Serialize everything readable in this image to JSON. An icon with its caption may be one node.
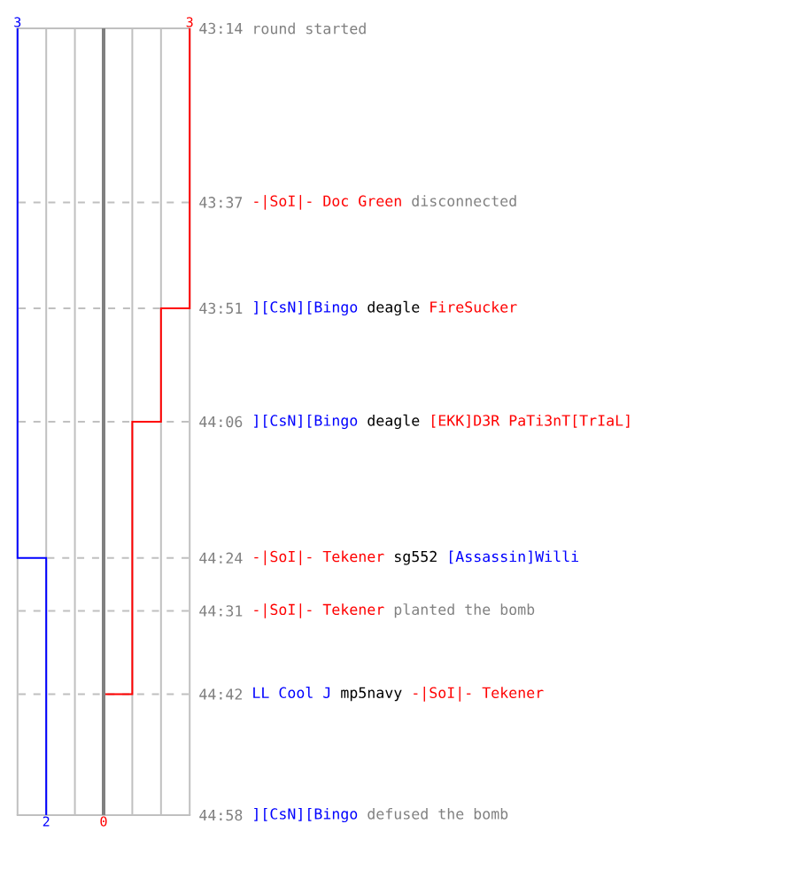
{
  "diagram": {
    "labels": [
      "3",
      "3",
      "43:14",
      "round started",
      "43:37",
      "-|SoI|- Doc Green",
      "disconnected",
      "43:51",
      "][CsN][Bingo",
      "deagle",
      "FireSucker",
      "44:06",
      "][CsN][Bingo",
      "deagle",
      "[EKK]D3R PaTi3nT[TrIaL]",
      "44:24",
      "-|SoI|- Tekener",
      "sg552",
      "[Assassin]Willi",
      "44:31",
      "-|SoI|- Tekener",
      "planted the bomb",
      "44:42",
      "LL Cool J",
      "mp5navy",
      "-|SoI|- Tekener",
      "2",
      "0",
      "44:58",
      "][CsN][Bingo",
      "defused the bomb"
    ]
  }
}
